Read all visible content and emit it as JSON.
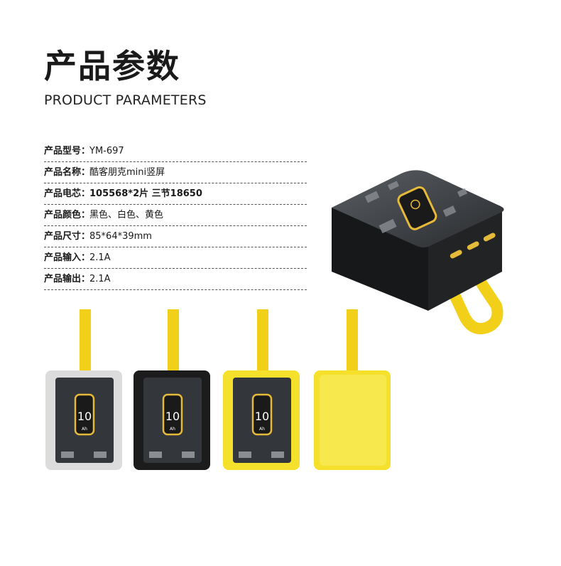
{
  "header": {
    "title_cn": "产品参数",
    "title_en": "PRODUCT PARAMETERS"
  },
  "params": [
    {
      "label": "产品型号：",
      "value": "YM-697"
    },
    {
      "label": "产品名称：",
      "value": "酷客朋克mini竖屏"
    },
    {
      "label": "产品电芯：",
      "value": "105568*2片 三节18650"
    },
    {
      "label": "产品颜色：",
      "value": "黑色、白色、黄色"
    },
    {
      "label": "产品尺寸：",
      "value": "85*64*39mm"
    },
    {
      "label": "产品输入：",
      "value": "2.1A"
    },
    {
      "label": "产品输出：",
      "value": "2.1A"
    }
  ],
  "device": {
    "display_digits": "10",
    "display_unit": "Ah"
  },
  "colors": {
    "strap_yellow": "#f2cf18",
    "body_black": "#1c1c1c",
    "body_clear": "#dcdcdc",
    "body_yellow": "#f5e12c",
    "board_dark": "#33363a",
    "screen_gold": "#e5b93a"
  }
}
